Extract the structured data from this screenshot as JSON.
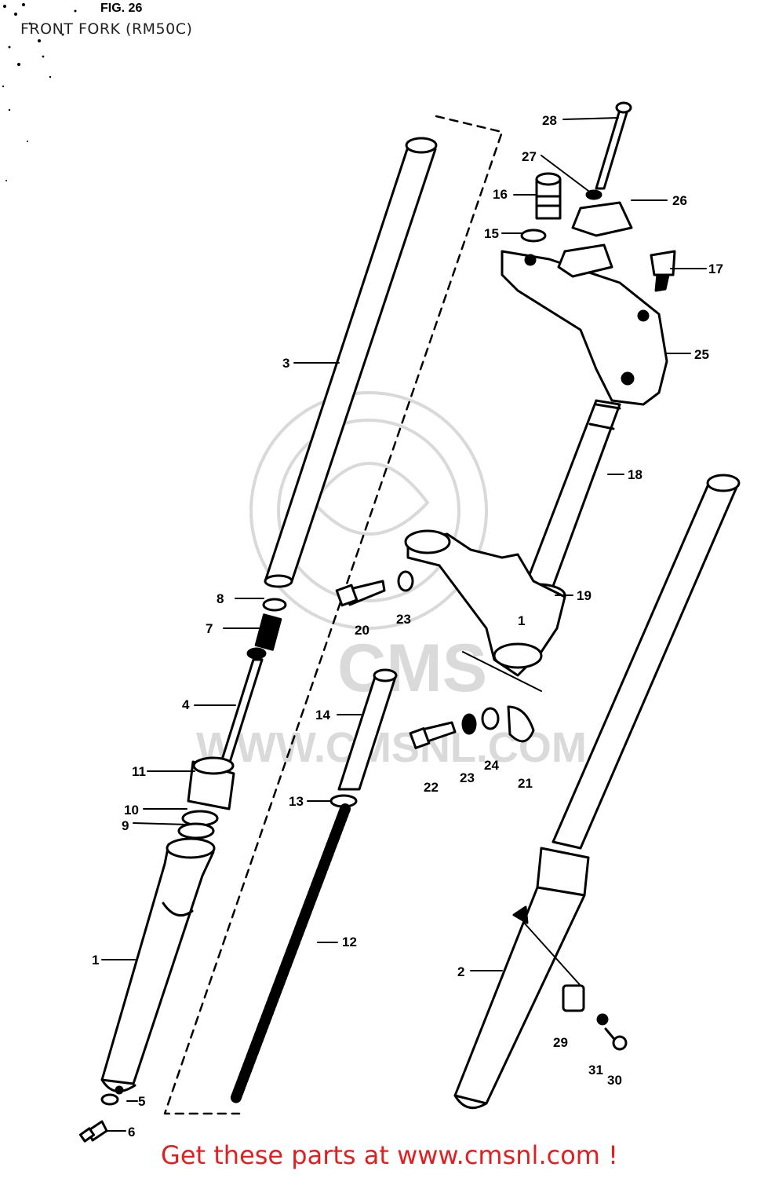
{
  "figure": {
    "label": "FIG. 26",
    "title": "FRONT FORK (RM50C)"
  },
  "footer": {
    "text": "Get these parts at www.cmsnl.com !"
  },
  "colors": {
    "ink": "#000000",
    "footer": "#e02020",
    "watermark": "#d6d6d6"
  },
  "watermark": {
    "text": "www.cmsnl.com",
    "logo": "CMS"
  },
  "parts": [
    {
      "num": "1",
      "part": "outer-tube-left"
    },
    {
      "num": "2",
      "part": "outer-tube-right"
    },
    {
      "num": "3",
      "part": "inner-tube"
    },
    {
      "num": "4",
      "part": "damper-rod"
    },
    {
      "num": "5",
      "part": "gasket"
    },
    {
      "num": "6",
      "part": "bolt"
    },
    {
      "num": "7",
      "part": "rod-spring"
    },
    {
      "num": "8",
      "part": "piston-ring"
    },
    {
      "num": "9",
      "part": "oil-seal"
    },
    {
      "num": "10",
      "part": "stopper-ring"
    },
    {
      "num": "11",
      "part": "dust-seal"
    },
    {
      "num": "12",
      "part": "fork-spring"
    },
    {
      "num": "13",
      "part": "ring"
    },
    {
      "num": "14",
      "part": "spacer"
    },
    {
      "num": "15",
      "part": "o-ring"
    },
    {
      "num": "16",
      "part": "cap-bolt"
    },
    {
      "num": "17",
      "part": "bolt"
    },
    {
      "num": "18",
      "part": "steering-stem"
    },
    {
      "num": "19",
      "part": "dust-seal"
    },
    {
      "num": "20",
      "part": "bolt"
    },
    {
      "num": "21",
      "part": "clamp"
    },
    {
      "num": "22",
      "part": "bolt"
    },
    {
      "num": "23",
      "part": "lock-washer"
    },
    {
      "num": "24",
      "part": "washer"
    },
    {
      "num": "25",
      "part": "upper-bracket"
    },
    {
      "num": "26",
      "part": "handlebar-clamp"
    },
    {
      "num": "27",
      "part": "washer"
    },
    {
      "num": "28",
      "part": "bolt"
    },
    {
      "num": "29",
      "part": "guide"
    },
    {
      "num": "30",
      "part": "screw"
    },
    {
      "num": "31",
      "part": "washer"
    }
  ],
  "extra_labels": [
    "23",
    "1"
  ]
}
